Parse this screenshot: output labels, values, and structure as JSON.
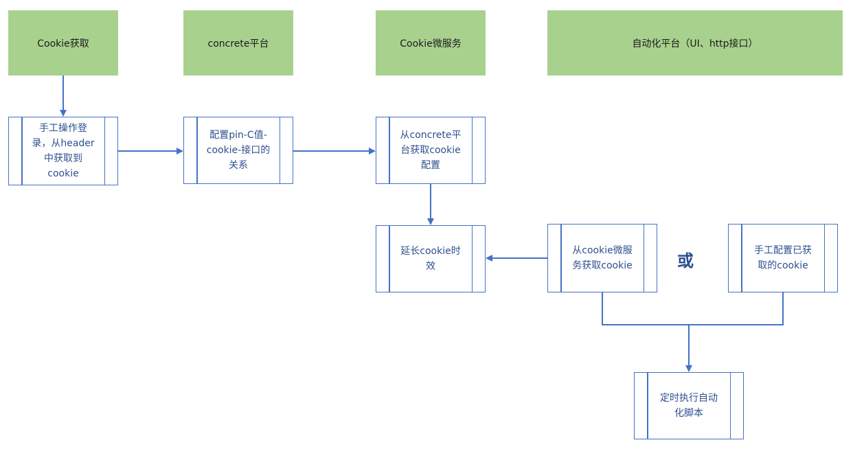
{
  "lanes": [
    {
      "label": "Cookie获取"
    },
    {
      "label": "concrete平台"
    },
    {
      "label": "Cookie微服务"
    },
    {
      "label": "自动化平台（UI、http接口）"
    }
  ],
  "steps": {
    "manual_login": "手工操作登\n录，从header\n中获取到\ncookie",
    "configure_pin": "配置pin-C值-\ncookie-接口的\n关系",
    "fetch_from_concrete": "从concrete平\n台获取cookie\n配置",
    "extend_cookie": "延长cookie时\n效",
    "fetch_from_service": "从cookie微服\n务获取cookie",
    "manual_config": "手工配置已获\n取的cookie",
    "scheduled_run": "定时执行自动\n化脚本"
  },
  "or_label": "或",
  "colors": {
    "header_fill": "#a9d18e",
    "box_border": "#4472c4",
    "text": "#2e4f8f"
  }
}
